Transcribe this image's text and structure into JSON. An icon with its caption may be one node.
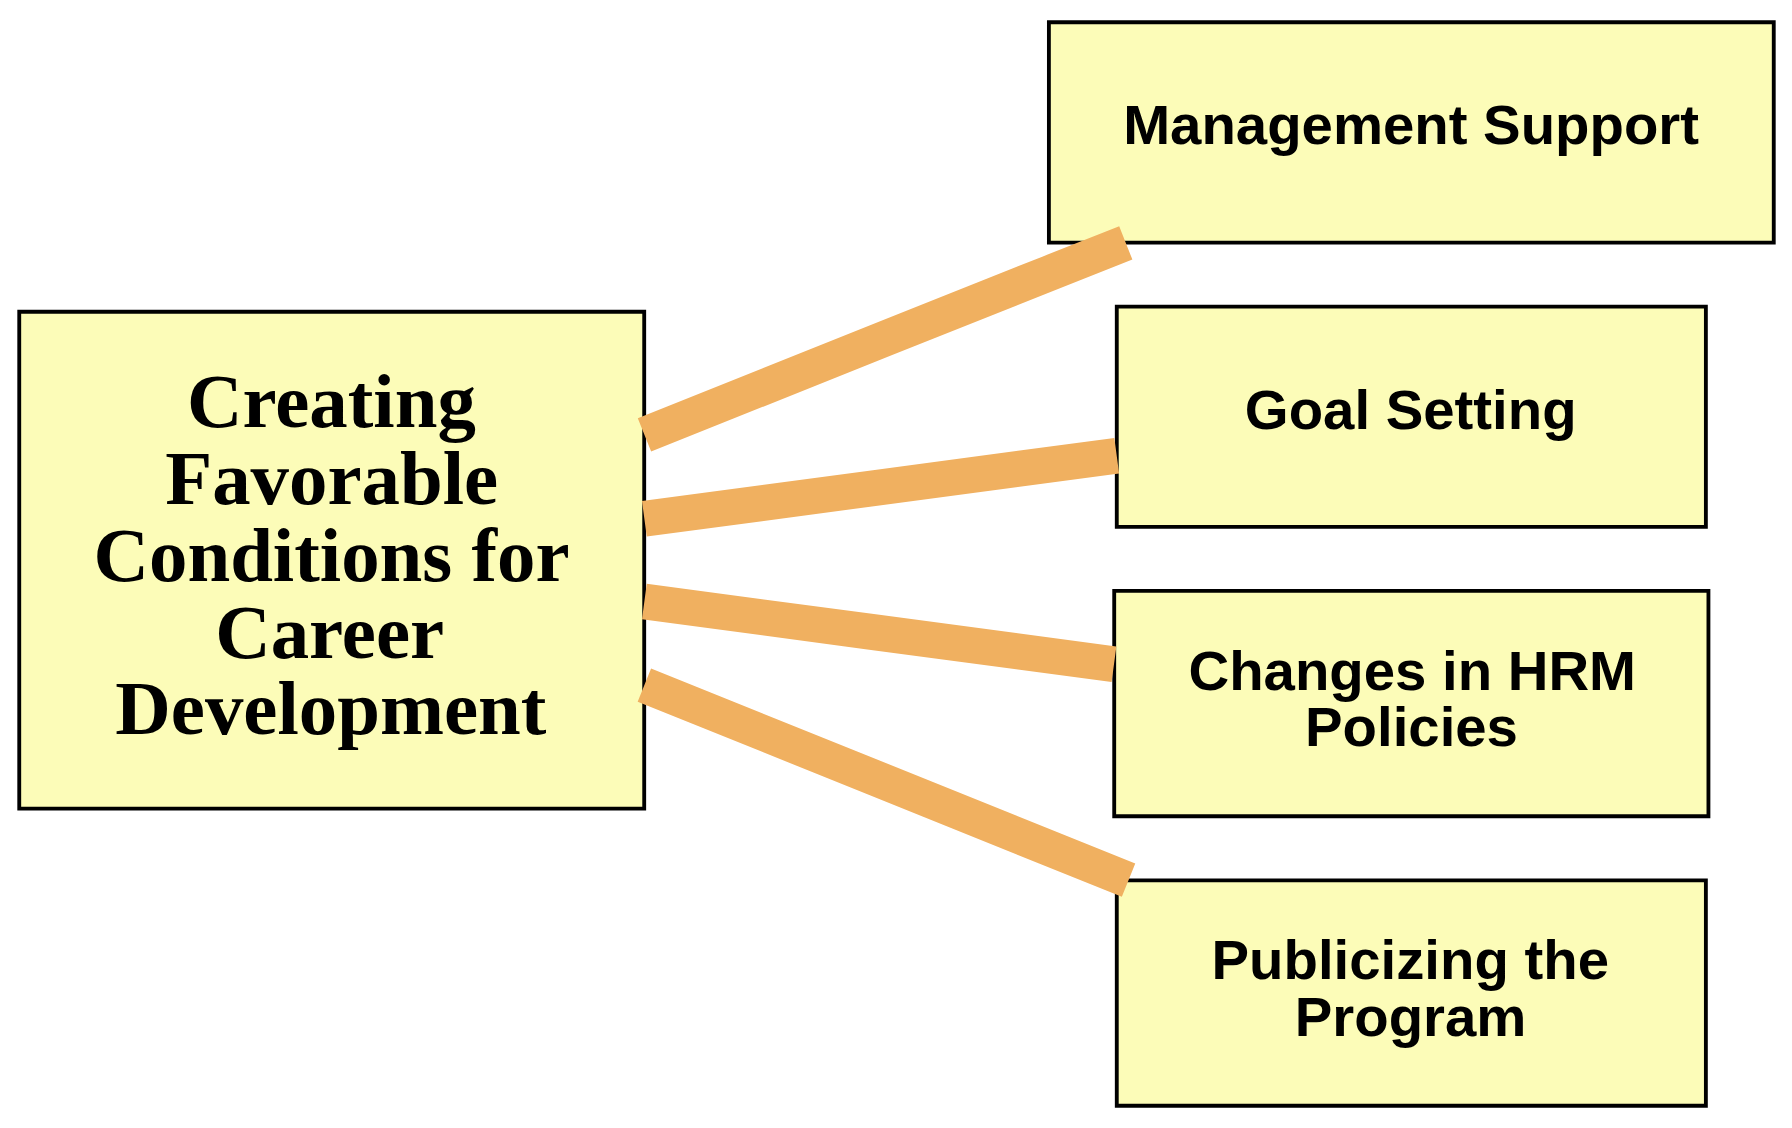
{
  "diagram": {
    "nodes": [
      {
        "text": [
          "Creating Favorable Conditions for Career Development"
        ]
      },
      {
        "text": [
          "Management Support"
        ]
      },
      {
        "text": [
          "Goal Setting"
        ]
      },
      {
        "text": [
          "Changes in HRM Policies"
        ]
      },
      {
        "text": [
          "Publicizing the Program"
        ]
      }
    ],
    "edges": [
      {
        "from": 0,
        "to": 1,
        "arrow": "none"
      },
      {
        "from": 0,
        "to": 2,
        "arrow": "none"
      },
      {
        "from": 0,
        "to": 3,
        "arrow": "none"
      },
      {
        "from": 0,
        "to": 4,
        "arrow": "none"
      }
    ]
  }
}
